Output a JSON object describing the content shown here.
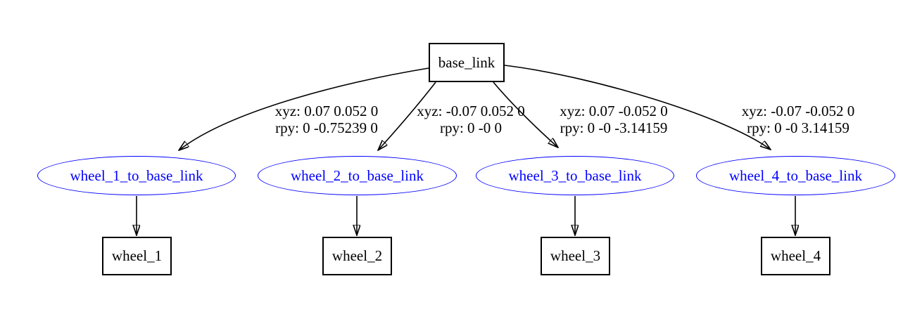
{
  "diagram": {
    "root": {
      "label": "base_link"
    },
    "joints": [
      {
        "label": "wheel_1_to_base_link",
        "xyz": "xyz: 0.07 0.052 0",
        "rpy": "rpy: 0 -0.75239 0",
        "child": "wheel_1"
      },
      {
        "label": "wheel_2_to_base_link",
        "xyz": "xyz: -0.07 0.052 0",
        "rpy": "rpy: 0 -0 0",
        "child": "wheel_2"
      },
      {
        "label": "wheel_3_to_base_link",
        "xyz": "xyz: 0.07 -0.052 0",
        "rpy": "rpy: 0 -0 -3.14159",
        "child": "wheel_3"
      },
      {
        "label": "wheel_4_to_base_link",
        "xyz": "xyz: -0.07 -0.052 0",
        "rpy": "rpy: 0 -0 3.14159",
        "child": "wheel_4"
      }
    ],
    "colors": {
      "joint_outline": "#0000ff",
      "joint_text": "#0000ff",
      "link_outline": "#000000",
      "link_text": "#000000",
      "edge": "#000000",
      "background": "#ffffff"
    }
  }
}
